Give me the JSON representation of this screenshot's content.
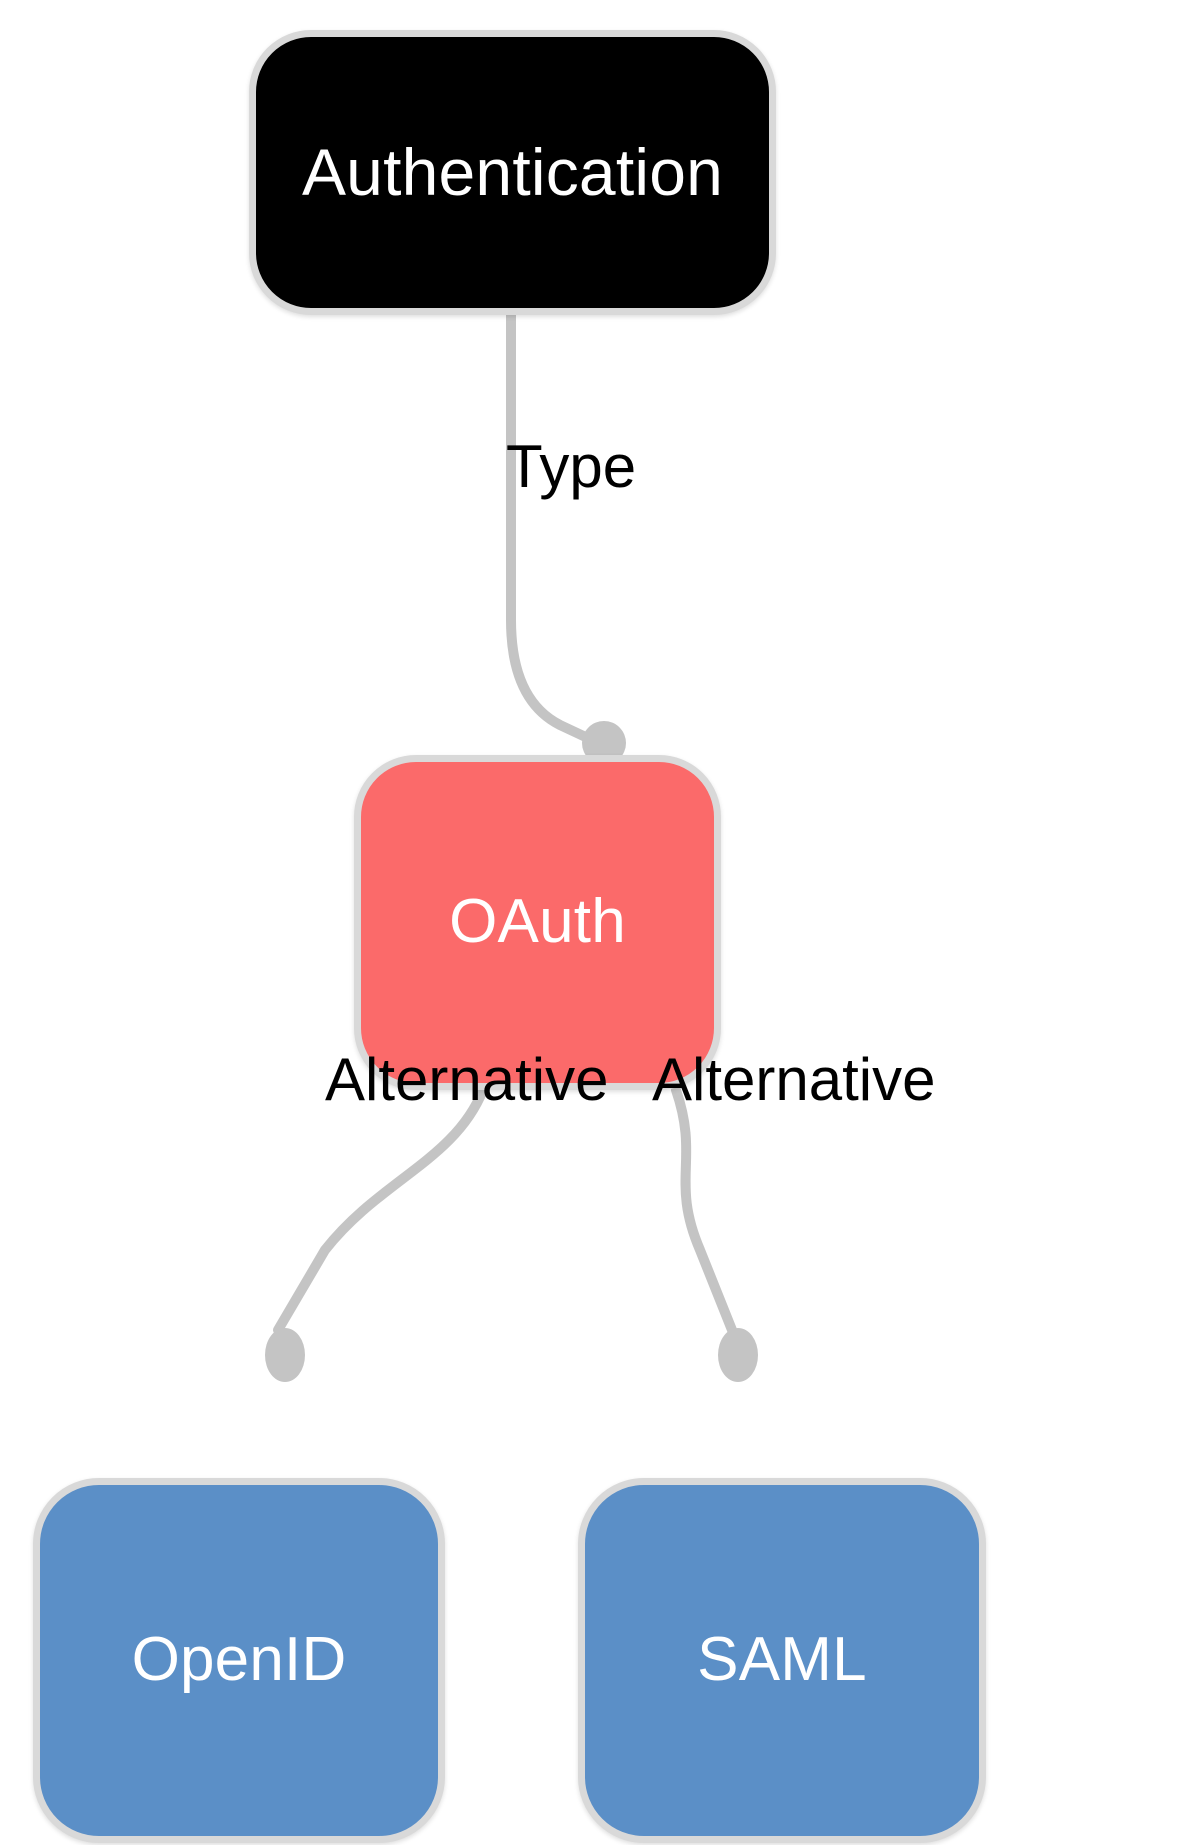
{
  "diagram": {
    "type": "mindmap",
    "title": "Authentication",
    "background_color": "#ffffff",
    "node_border_color": "#d9d9d9",
    "edge_color": "#c4c4c4",
    "edge_label_color": "#000000",
    "nodes": [
      {
        "id": "authentication",
        "label": "Authentication",
        "fill_color": "#000000",
        "text_color": "#ffffff",
        "level": 0
      },
      {
        "id": "oauth",
        "label": "OAuth",
        "fill_color": "#fb6a6a",
        "text_color": "#ffffff",
        "level": 1
      },
      {
        "id": "openid",
        "label": "OpenID",
        "fill_color": "#5b8fc7",
        "text_color": "#ffffff",
        "level": 2
      },
      {
        "id": "saml",
        "label": "SAML",
        "fill_color": "#5b8fc7",
        "text_color": "#ffffff",
        "level": 2
      }
    ],
    "edges": [
      {
        "id": "edge-type",
        "from": "authentication",
        "to": "oauth",
        "label": "Type"
      },
      {
        "id": "edge-alt-openid",
        "from": "oauth",
        "to": "openid",
        "label": "Alternative"
      },
      {
        "id": "edge-alt-saml",
        "from": "oauth",
        "to": "saml",
        "label": "Alternative"
      }
    ]
  }
}
